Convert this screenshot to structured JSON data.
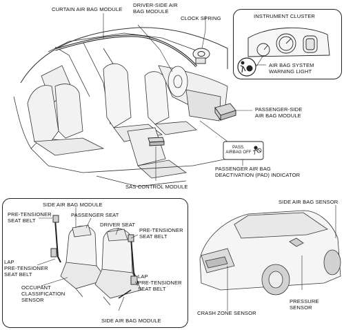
{
  "top_labels": {
    "curtain": "CURTAIN AIR BAG MODULE",
    "driver_side": [
      "DRIVER-SIDE AIR",
      "BAG MODULE"
    ],
    "clock_spring": "CLOCK SPRING",
    "instrument_cluster": "INSTRUMENT CLUSTER",
    "warning_light": [
      "AIR BAG SYSTEM",
      "WARNING LIGHT"
    ],
    "passenger_side": [
      "PASSENGER-SIDE",
      "AIR BAG MODULE"
    ],
    "pad_indicator": [
      "PASSENGER AIR BAG",
      "DEACTIVATION (PAD) INDICATOR"
    ],
    "pad_panel": [
      "PASS.",
      "AIRBAG OFF"
    ],
    "sas": "SAS CONTROL MODULE"
  },
  "seat_labels": {
    "side_top": "SIDE AIR BAG MODULE",
    "pretensioner_left": [
      "PRE-TENSIONER",
      "SEAT BELT"
    ],
    "passenger_seat": "PASSENGER SEAT",
    "driver_seat": "DRIVER SEAT",
    "pretensioner_right": [
      "PRE-TENSIONER",
      "SEAT BELT"
    ],
    "lap_left": [
      "LAP",
      "PRE-TENSIONER",
      "SEAT BELT"
    ],
    "lap_right": [
      "LAP",
      "PRE-TENSIONER",
      "SEAT BELT"
    ],
    "occupant": [
      "OCCUPANT",
      "CLASSIFICATION",
      "SENSOR"
    ],
    "side_bottom": "SIDE AIR BAG MODULE"
  },
  "car_labels": {
    "side_sensor": "SIDE AIR BAG SENSOR",
    "crash_zone": "CRASH ZONE SENSOR",
    "pressure": [
      "PRESSURE",
      "SENSOR"
    ]
  },
  "colors": {
    "line": "#222222",
    "fill": "#f4f4f4",
    "shade": "#c9c9c9"
  }
}
